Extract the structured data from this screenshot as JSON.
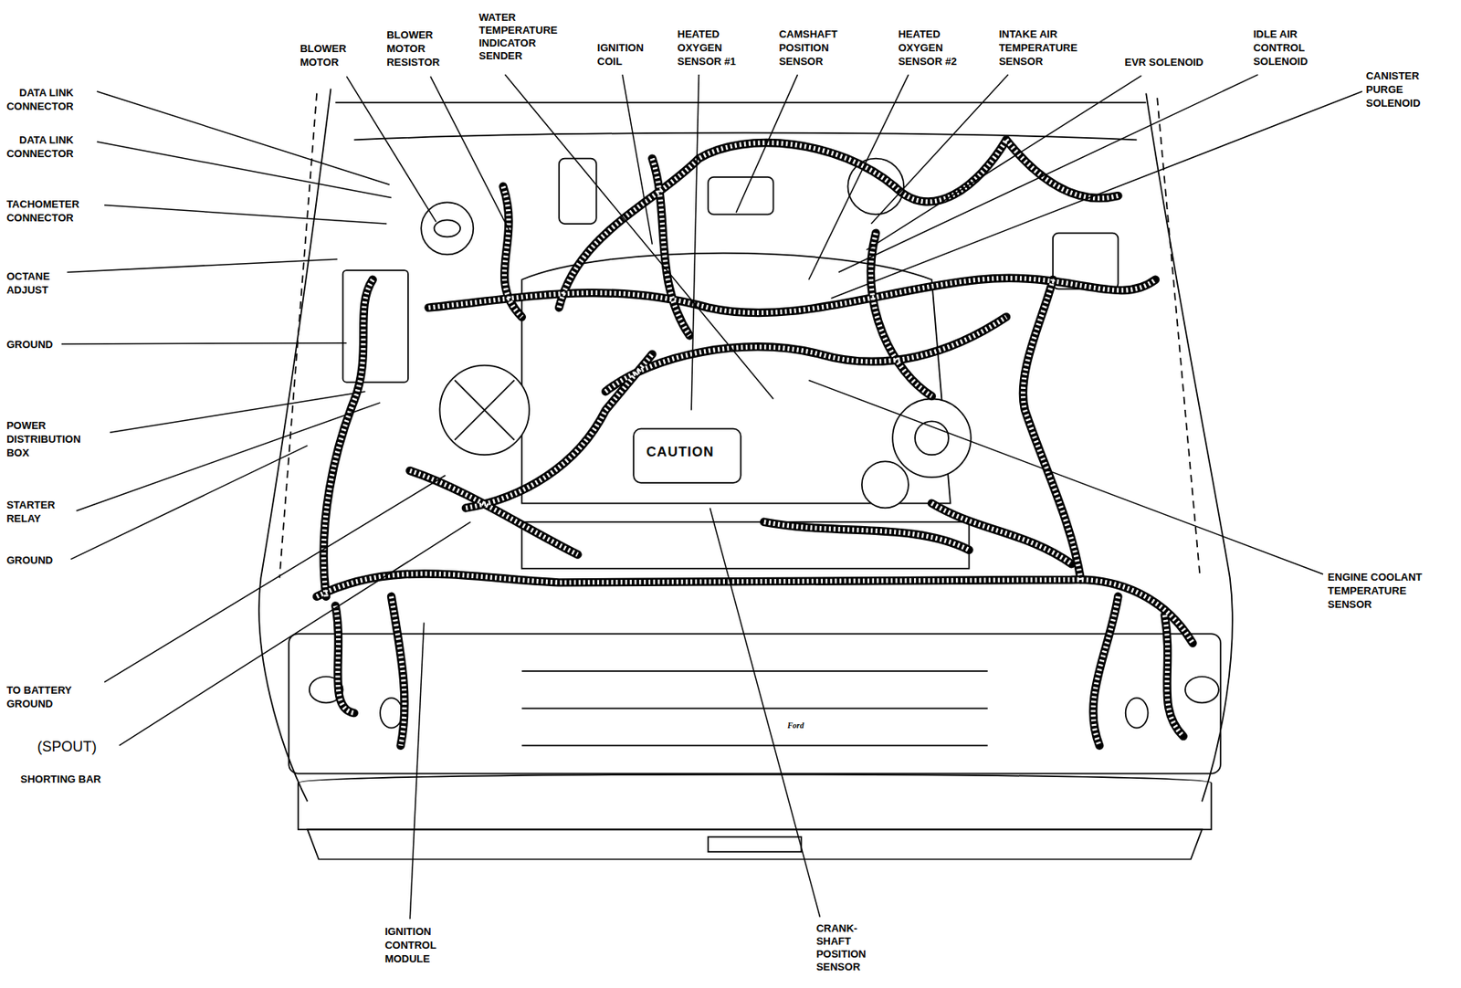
{
  "diagram": {
    "labels": [
      "DATA LINK CONNECTOR",
      "DATA LINK CONNECTOR",
      "TACHOMETER CONNECTOR",
      "OCTANE ADJUST",
      "GROUND",
      "POWER DISTRIBUTION BOX",
      "STARTER RELAY",
      "GROUND",
      "TO BATTERY GROUND",
      "(SPOUT)",
      "SHORTING BAR",
      "IGNITION CONTROL MODULE",
      "CRANK- SHAFT POSITION SENSOR",
      "ENGINE COOLANT TEMPERATURE SENSOR",
      "BLOWER MOTOR",
      "BLOWER MOTOR RESISTOR",
      "WATER TEMPERATURE INDICATOR SENDER",
      "IGNITION COIL",
      "HEATED OXYGEN SENSOR #1",
      "CAMSHAFT POSITION SENSOR",
      "HEATED OXYGEN SENSOR #2",
      "INTAKE AIR TEMPERATURE SENSOR",
      "EVR SOLENOID",
      "IDLE AIR CONTROL SOLENOID",
      "CANISTER PURGE SOLENOID",
      "CAUTION",
      "Ford"
    ]
  }
}
